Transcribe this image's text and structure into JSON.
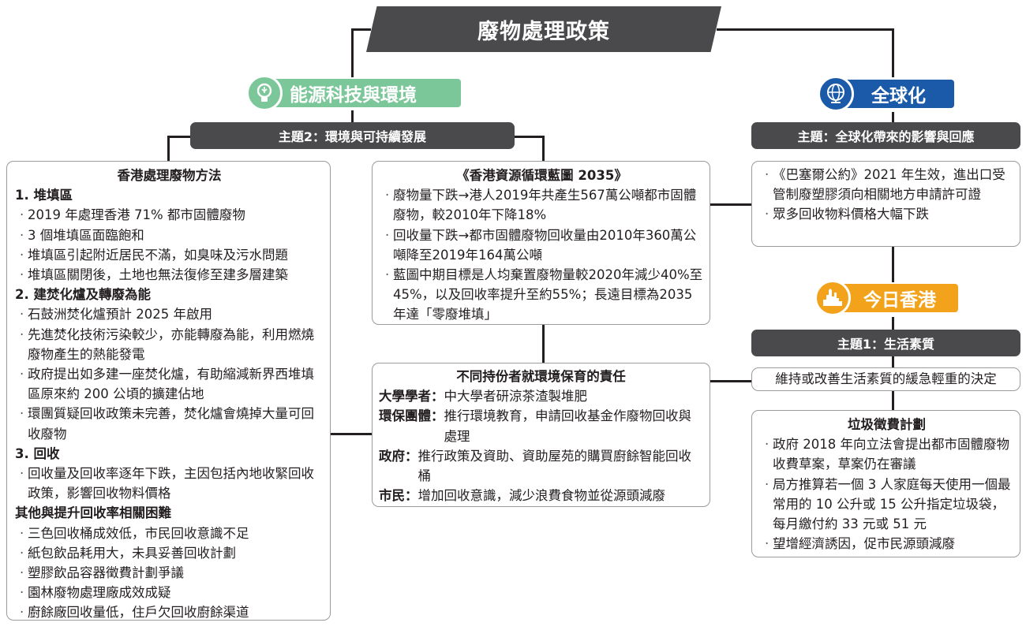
{
  "title": "廢物處理政策",
  "categories": {
    "energy": {
      "label": "能源科技與環境",
      "color": "#7cc79a",
      "icon": "lightbulb-icon"
    },
    "global": {
      "label": "全球化",
      "color": "#1a5aa8",
      "icon": "globe-icon"
    },
    "hongkong": {
      "label": "今日香港",
      "color": "#f2a31b",
      "icon": "city-skyline-icon"
    }
  },
  "themes": {
    "theme2": "主題2：環境與可持續發展",
    "global_theme": "主題：全球化帶來的影響與回應",
    "theme1": "主題1：生活素質"
  },
  "methods": {
    "heading": "香港處理廢物方法",
    "sec1": "1. 堆填區",
    "sec1_items": [
      "2019 年處理香港 71% 都市固體廢物",
      "3 個堆填區面臨飽和",
      "堆填區引起附近居民不滿，如臭味及污水問題",
      "堆填區關閉後，土地也無法復修至建多層建築"
    ],
    "sec2": "2. 建焚化爐及轉廢為能",
    "sec2_items": [
      "石鼓洲焚化爐預計 2025 年啟用",
      "先進焚化技術污染較少，亦能轉廢為能，利用燃燒廢物產生的熱能發電",
      "政府提出如多建一座焚化爐，有助縮減新界西堆填區原來約 200 公頃的擴建佔地",
      "環團質疑回收政策未完善，焚化爐會燒掉大量可回收廢物"
    ],
    "sec3": "3. 回收",
    "sec3_items": [
      "回收量及回收率逐年下跌，主因包括內地收緊回收政策，影響回收物料價格"
    ],
    "sec4": "其他與提升回收率相關困難",
    "sec4_items": [
      "三色回收桶成效低，市民回收意識不足",
      "紙包飲品耗用大，未具妥善回收計劃",
      "塑膠飲品容器徵費計劃爭議",
      "園林廢物處理廠成效成疑",
      "廚餘廠回收量低，住戶欠回收廚餘渠道"
    ]
  },
  "blueprint": {
    "heading": "《香港資源循環藍圖 2035》",
    "items": [
      "廢物量下跌→港人2019年共產生567萬公噸都市固體廢物，較2010年下降18%",
      "回收量下跌→都市固體廢物回收量由2010年360萬公噸降至2019年164萬公噸",
      "藍圖中期目標是人均棄置廢物量較2020年減少40%至45%，以及回收率提升至約55%；長遠目標為2035年達「零廢堆填」"
    ]
  },
  "stakeholders": {
    "heading": "不同持份者就環境保育的責任",
    "rows": [
      {
        "role": "大學學者：",
        "text": "中大學者研涼茶渣製堆肥"
      },
      {
        "role": "環保團體：",
        "text": "推行環境教育，申請回收基金作廢物回收與處理"
      },
      {
        "role": "政府：",
        "text": "推行政策及資助、資助屋苑的購買廚餘智能回收桶"
      },
      {
        "role": "市民：",
        "text": "增加回收意識，減少浪費食物並從源頭減廢"
      }
    ]
  },
  "basel": {
    "items": [
      "《巴塞爾公約》2021 年生效，進出口受管制廢塑膠須向相關地方申請許可證",
      "眾多回收物料價格大幅下跌"
    ]
  },
  "quality": {
    "text": "維持或改善生活素質的緩急輕重的決定"
  },
  "charging": {
    "heading": "垃圾徵費計劃",
    "items": [
      "政府 2018 年向立法會提出都市固體廢物收費草案，草案仍在審議",
      "局方推算若一個 3 人家庭每天使用一個最常用的 10 公升或 15 公升指定垃圾袋，每月繳付約 33 元或 51 元",
      "望增經濟誘因，促市民源頭減廢"
    ]
  }
}
